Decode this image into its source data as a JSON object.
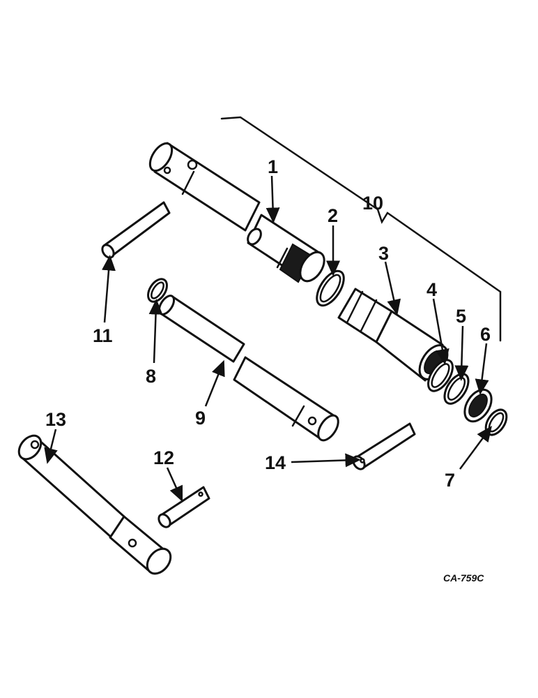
{
  "diagram": {
    "callouts": {
      "c1": "1",
      "c2": "2",
      "c3": "3",
      "c4": "4",
      "c5": "5",
      "c6": "6",
      "c7": "7",
      "c8": "8",
      "c9": "9",
      "c10": "10",
      "c11": "11",
      "c12": "12",
      "c13": "13",
      "c14": "14"
    },
    "drawing_id": "CA-759C"
  }
}
